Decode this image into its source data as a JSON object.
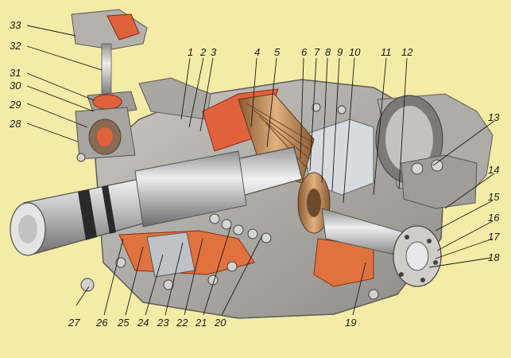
{
  "labels": [
    "1",
    "2",
    "3",
    "4",
    "5",
    "6",
    "7",
    "8",
    "9",
    "10",
    "11",
    "12",
    "13",
    "14",
    "15",
    "16",
    "17",
    "18",
    "19",
    "20",
    "21",
    "22",
    "23",
    "24",
    "25",
    "26",
    "27",
    "28",
    "29",
    "30",
    "31",
    "32",
    "33"
  ],
  "colors": {
    "background": "#f4eba6",
    "housing": "#b0aea8",
    "housing_dark": "#7e7c78",
    "shaft": "#dcdcdc",
    "cut_section": "#e0623c",
    "gear": "#c98d58"
  }
}
